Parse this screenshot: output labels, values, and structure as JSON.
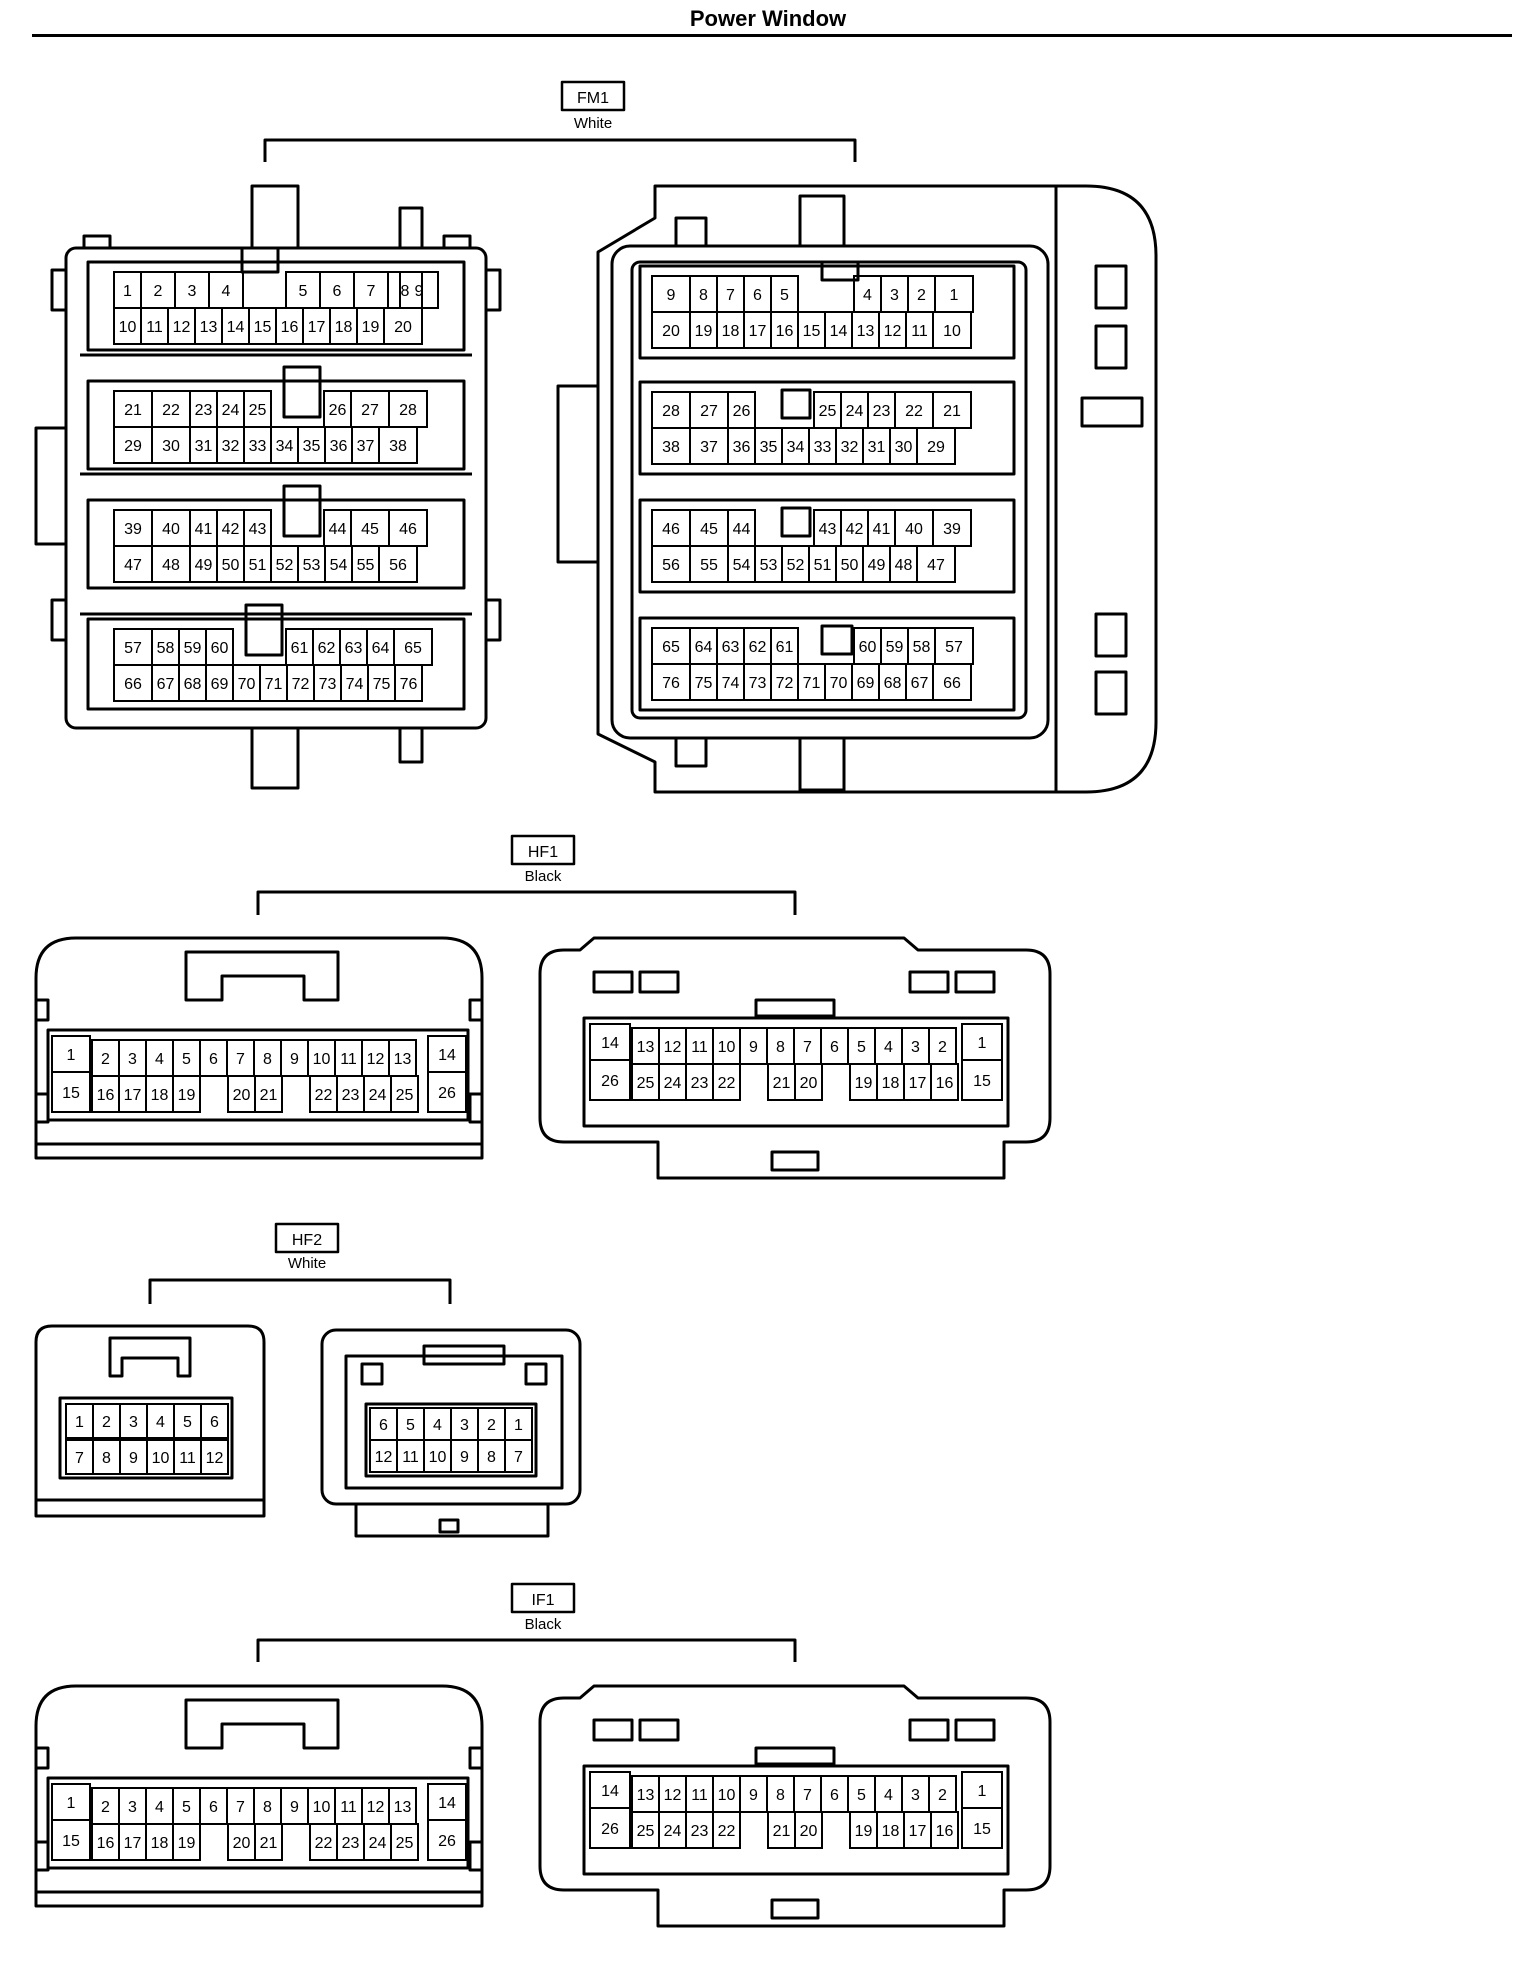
{
  "page": {
    "title": "Power Window"
  },
  "connectors": {
    "fm1": {
      "code": "FM1",
      "color": "White"
    },
    "hf1": {
      "code": "HF1",
      "color": "Black"
    },
    "hf2": {
      "code": "HF2",
      "color": "White"
    },
    "if1": {
      "code": "IF1",
      "color": "Black"
    }
  }
}
